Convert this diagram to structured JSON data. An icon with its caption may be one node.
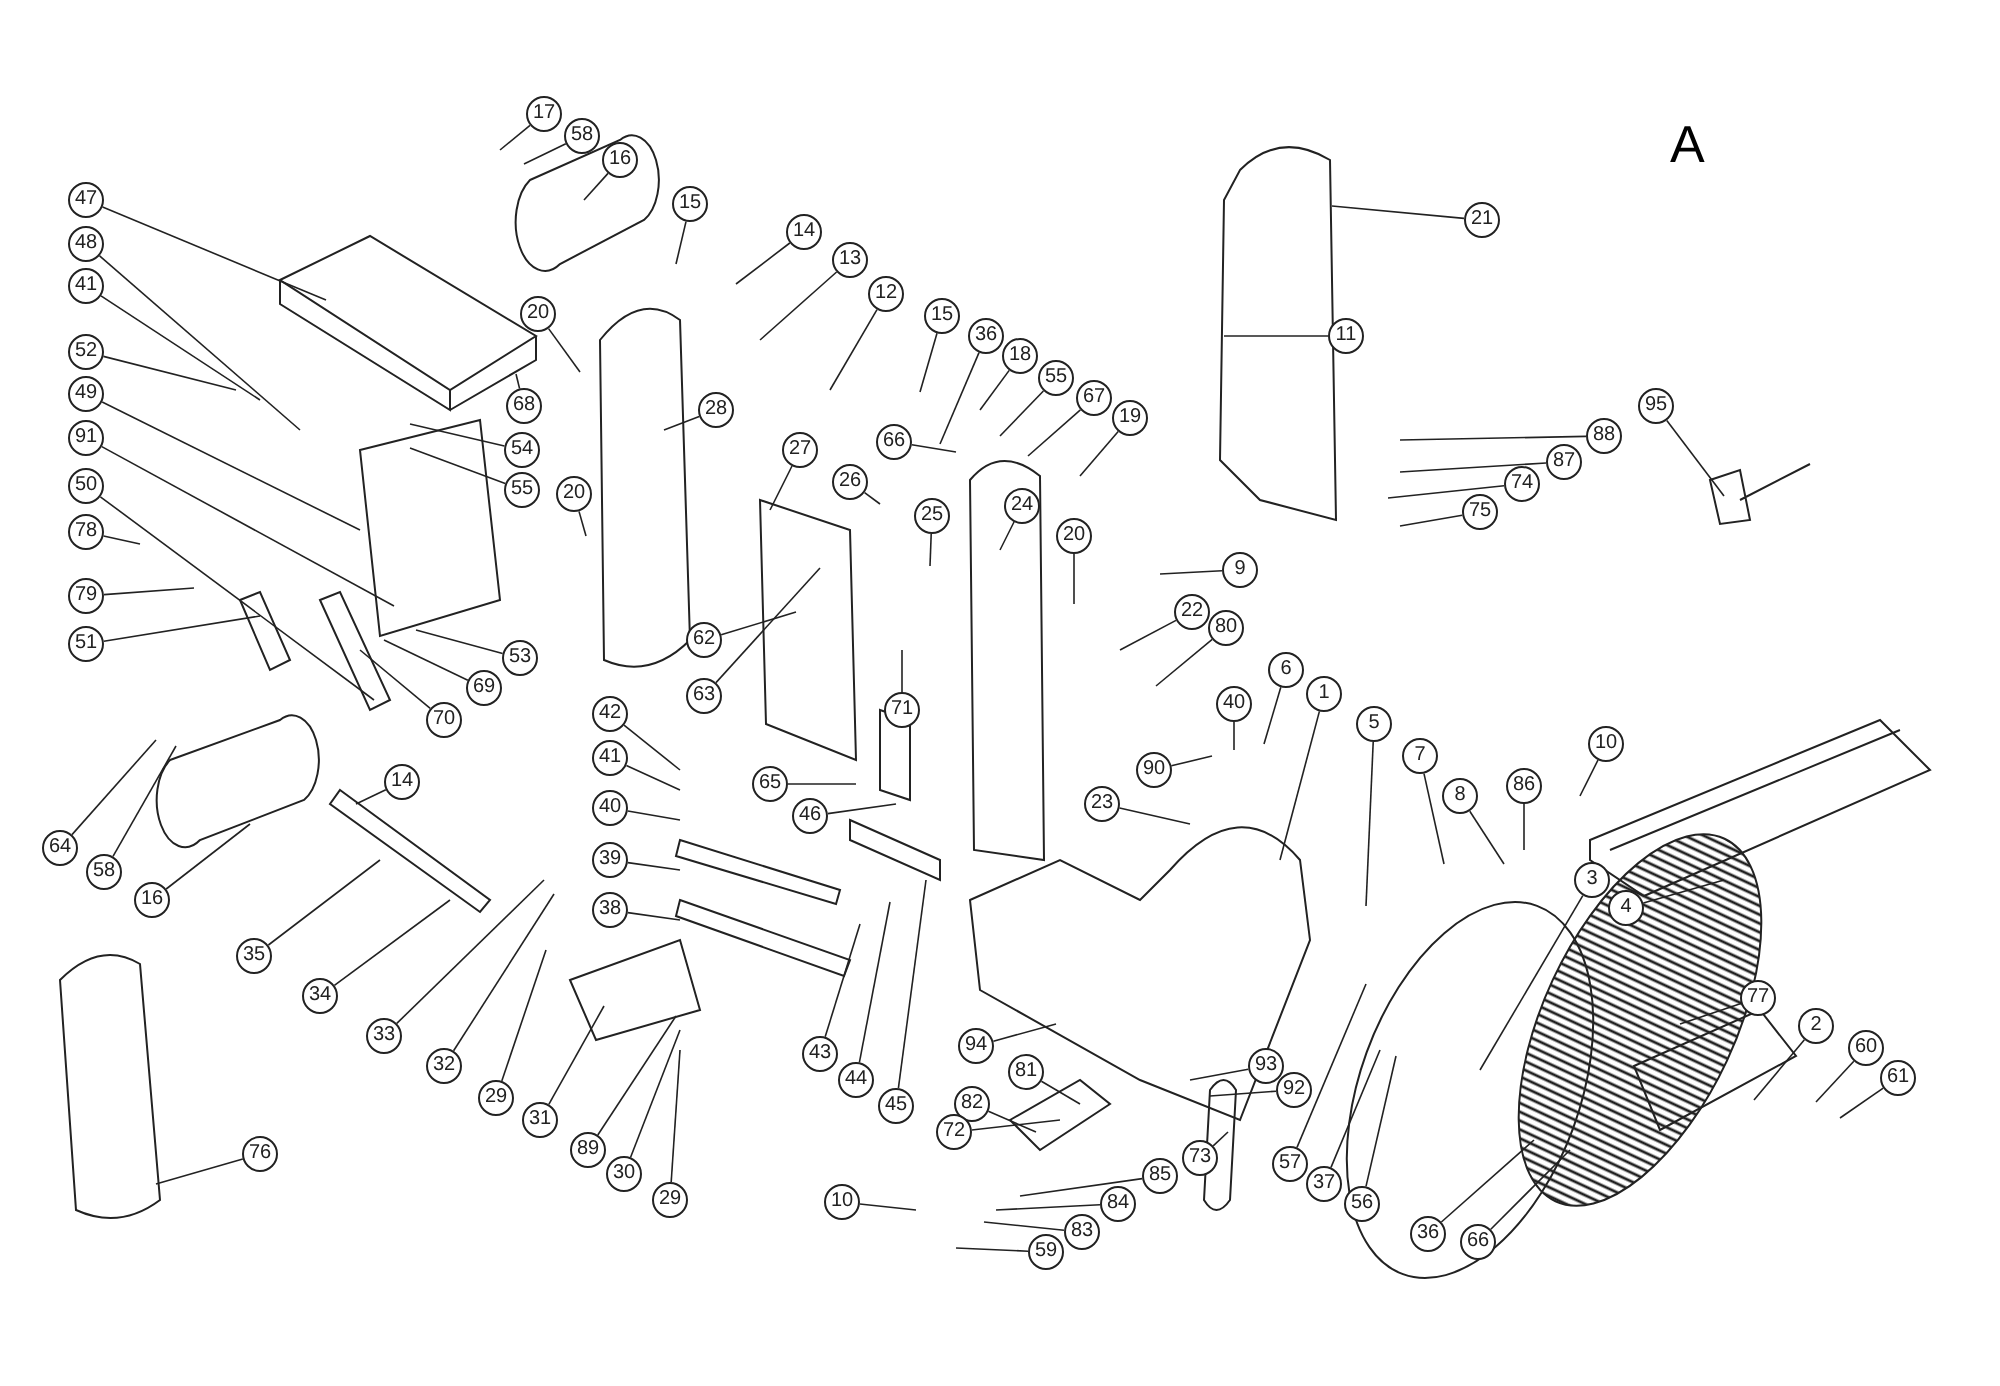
{
  "diagram": {
    "nodes": [
      {
        "text": [
          "17"
        ]
      },
      {
        "text": [
          "58"
        ]
      },
      {
        "text": [
          "16"
        ]
      },
      {
        "text": [
          "15"
        ]
      },
      {
        "text": [
          "14"
        ]
      },
      {
        "text": [
          "13"
        ]
      },
      {
        "text": [
          "12"
        ]
      },
      {
        "text": [
          "15"
        ]
      },
      {
        "text": [
          "36"
        ]
      },
      {
        "text": [
          "18"
        ]
      },
      {
        "text": [
          "55"
        ]
      },
      {
        "text": [
          "67"
        ]
      },
      {
        "text": [
          "19"
        ]
      },
      {
        "text": [
          "21"
        ]
      },
      {
        "text": [
          "11"
        ]
      },
      {
        "text": [
          "95"
        ]
      },
      {
        "text": [
          "88"
        ]
      },
      {
        "text": [
          "87"
        ]
      },
      {
        "text": [
          "74"
        ]
      },
      {
        "text": [
          "75"
        ]
      },
      {
        "text": [
          "47"
        ]
      },
      {
        "text": [
          "48"
        ]
      },
      {
        "text": [
          "41"
        ]
      },
      {
        "text": [
          "52"
        ]
      },
      {
        "text": [
          "49"
        ]
      },
      {
        "text": [
          "91"
        ]
      },
      {
        "text": [
          "50"
        ]
      },
      {
        "text": [
          "78"
        ]
      },
      {
        "text": [
          "79"
        ]
      },
      {
        "text": [
          "51"
        ]
      },
      {
        "text": [
          "20"
        ]
      },
      {
        "text": [
          "68"
        ]
      },
      {
        "text": [
          "54"
        ]
      },
      {
        "text": [
          "55"
        ]
      },
      {
        "text": [
          "20"
        ]
      },
      {
        "text": [
          "28"
        ]
      },
      {
        "text": [
          "27"
        ]
      },
      {
        "text": [
          "26"
        ]
      },
      {
        "text": [
          "25"
        ]
      },
      {
        "text": [
          "66"
        ]
      },
      {
        "text": [
          "24"
        ]
      },
      {
        "text": [
          "20"
        ]
      },
      {
        "text": [
          "9"
        ]
      },
      {
        "text": [
          "22"
        ]
      },
      {
        "text": [
          "80"
        ]
      },
      {
        "text": [
          "62"
        ]
      },
      {
        "text": [
          "63"
        ]
      },
      {
        "text": [
          "71"
        ]
      },
      {
        "text": [
          "53"
        ]
      },
      {
        "text": [
          "69"
        ]
      },
      {
        "text": [
          "70"
        ]
      },
      {
        "text": [
          "42"
        ]
      },
      {
        "text": [
          "41"
        ]
      },
      {
        "text": [
          "40"
        ]
      },
      {
        "text": [
          "39"
        ]
      },
      {
        "text": [
          "38"
        ]
      },
      {
        "text": [
          "65"
        ]
      },
      {
        "text": [
          "46"
        ]
      },
      {
        "text": [
          "64"
        ]
      },
      {
        "text": [
          "58"
        ]
      },
      {
        "text": [
          "16"
        ]
      },
      {
        "text": [
          "14"
        ]
      },
      {
        "text": [
          "35"
        ]
      },
      {
        "text": [
          "34"
        ]
      },
      {
        "text": [
          "33"
        ]
      },
      {
        "text": [
          "32"
        ]
      },
      {
        "text": [
          "29"
        ]
      },
      {
        "text": [
          "31"
        ]
      },
      {
        "text": [
          "89"
        ]
      },
      {
        "text": [
          "30"
        ]
      },
      {
        "text": [
          "29"
        ]
      },
      {
        "text": [
          "43"
        ]
      },
      {
        "text": [
          "44"
        ]
      },
      {
        "text": [
          "45"
        ]
      },
      {
        "text": [
          "76"
        ]
      },
      {
        "text": [
          "6"
        ]
      },
      {
        "text": [
          "40"
        ]
      },
      {
        "text": [
          "90"
        ]
      },
      {
        "text": [
          "1"
        ]
      },
      {
        "text": [
          "23"
        ]
      },
      {
        "text": [
          "5"
        ]
      },
      {
        "text": [
          "7"
        ]
      },
      {
        "text": [
          "8"
        ]
      },
      {
        "text": [
          "86"
        ]
      },
      {
        "text": [
          "10"
        ]
      },
      {
        "text": [
          "3"
        ]
      },
      {
        "text": [
          "4"
        ]
      },
      {
        "text": [
          "77"
        ]
      },
      {
        "text": [
          "2"
        ]
      },
      {
        "text": [
          "60"
        ]
      },
      {
        "text": [
          "61"
        ]
      },
      {
        "text": [
          "94"
        ]
      },
      {
        "text": [
          "81"
        ]
      },
      {
        "text": [
          "82"
        ]
      },
      {
        "text": [
          "72"
        ]
      },
      {
        "text": [
          "93"
        ]
      },
      {
        "text": [
          "92"
        ]
      },
      {
        "text": [
          "57"
        ]
      },
      {
        "text": [
          "37"
        ]
      },
      {
        "text": [
          "56"
        ]
      },
      {
        "text": [
          "36"
        ]
      },
      {
        "text": [
          "66"
        ]
      },
      {
        "text": [
          "73"
        ]
      },
      {
        "text": [
          "85"
        ]
      },
      {
        "text": [
          "84"
        ]
      },
      {
        "text": [
          "83"
        ]
      },
      {
        "text": [
          "10"
        ]
      },
      {
        "text": [
          "59"
        ]
      }
    ],
    "edges": [
      {
        "from": 0,
        "to": null,
        "arrow": "none"
      },
      {
        "from": 1,
        "to": null,
        "arrow": "none"
      },
      {
        "from": 2,
        "to": null,
        "arrow": "none"
      },
      {
        "from": 3,
        "to": null,
        "arrow": "none"
      },
      {
        "from": 4,
        "to": null,
        "arrow": "none"
      },
      {
        "from": 5,
        "to": null,
        "arrow": "none"
      },
      {
        "from": 6,
        "to": null,
        "arrow": "none"
      },
      {
        "from": 7,
        "to": null,
        "arrow": "none"
      },
      {
        "from": 8,
        "to": null,
        "arrow": "none"
      },
      {
        "from": 9,
        "to": null,
        "arrow": "none"
      },
      {
        "from": 10,
        "to": null,
        "arrow": "none"
      },
      {
        "from": 11,
        "to": null,
        "arrow": "none"
      },
      {
        "from": 12,
        "to": null,
        "arrow": "none"
      },
      {
        "from": 13,
        "to": null,
        "arrow": "none"
      },
      {
        "from": 14,
        "to": null,
        "arrow": "none"
      },
      {
        "from": 15,
        "to": null,
        "arrow": "none"
      },
      {
        "from": 16,
        "to": null,
        "arrow": "none"
      },
      {
        "from": 17,
        "to": null,
        "arrow": "none"
      },
      {
        "from": 18,
        "to": null,
        "arrow": "none"
      },
      {
        "from": 19,
        "to": null,
        "arrow": "none"
      },
      {
        "from": 20,
        "to": null,
        "arrow": "none"
      },
      {
        "from": 21,
        "to": null,
        "arrow": "none"
      },
      {
        "from": 22,
        "to": null,
        "arrow": "none"
      },
      {
        "from": 23,
        "to": null,
        "arrow": "none"
      },
      {
        "from": 24,
        "to": null,
        "arrow": "none"
      },
      {
        "from": 25,
        "to": null,
        "arrow": "none"
      },
      {
        "from": 26,
        "to": null,
        "arrow": "none"
      },
      {
        "from": 27,
        "to": null,
        "arrow": "none"
      },
      {
        "from": 28,
        "to": null,
        "arrow": "none"
      },
      {
        "from": 29,
        "to": null,
        "arrow": "none"
      },
      {
        "from": 30,
        "to": null,
        "arrow": "none"
      },
      {
        "from": 31,
        "to": null,
        "arrow": "none"
      },
      {
        "from": 32,
        "to": null,
        "arrow": "none"
      },
      {
        "from": 33,
        "to": null,
        "arrow": "none"
      },
      {
        "from": 34,
        "to": null,
        "arrow": "none"
      },
      {
        "from": 35,
        "to": null,
        "arrow": "none"
      },
      {
        "from": 36,
        "to": null,
        "arrow": "none"
      },
      {
        "from": 37,
        "to": null,
        "arrow": "none"
      },
      {
        "from": 38,
        "to": null,
        "arrow": "none"
      },
      {
        "from": 39,
        "to": null,
        "arrow": "none"
      },
      {
        "from": 40,
        "to": null,
        "arrow": "none"
      },
      {
        "from": 41,
        "to": null,
        "arrow": "none"
      },
      {
        "from": 42,
        "to": null,
        "arrow": "none"
      },
      {
        "from": 43,
        "to": null,
        "arrow": "none"
      },
      {
        "from": 44,
        "to": null,
        "arrow": "none"
      },
      {
        "from": 45,
        "to": null,
        "arrow": "none"
      },
      {
        "from": 46,
        "to": null,
        "arrow": "none"
      },
      {
        "from": 47,
        "to": null,
        "arrow": "none"
      },
      {
        "from": 48,
        "to": null,
        "arrow": "none"
      },
      {
        "from": 49,
        "to": null,
        "arrow": "none"
      },
      {
        "from": 50,
        "to": null,
        "arrow": "none"
      },
      {
        "from": 51,
        "to": null,
        "arrow": "none"
      },
      {
        "from": 52,
        "to": null,
        "arrow": "none"
      },
      {
        "from": 53,
        "to": null,
        "arrow": "none"
      },
      {
        "from": 54,
        "to": null,
        "arrow": "none"
      },
      {
        "from": 55,
        "to": null,
        "arrow": "none"
      },
      {
        "from": 56,
        "to": null,
        "arrow": "none"
      },
      {
        "from": 57,
        "to": null,
        "arrow": "none"
      },
      {
        "from": 58,
        "to": null,
        "arrow": "none"
      },
      {
        "from": 59,
        "to": null,
        "arrow": "none"
      },
      {
        "from": 60,
        "to": null,
        "arrow": "none"
      },
      {
        "from": 61,
        "to": null,
        "arrow": "none"
      },
      {
        "from": 62,
        "to": null,
        "arrow": "none"
      },
      {
        "from": 63,
        "to": null,
        "arrow": "none"
      },
      {
        "from": 64,
        "to": null,
        "arrow": "none"
      },
      {
        "from": 65,
        "to": null,
        "arrow": "none"
      },
      {
        "from": 66,
        "to": null,
        "arrow": "none"
      },
      {
        "from": 67,
        "to": null,
        "arrow": "none"
      },
      {
        "from": 68,
        "to": null,
        "arrow": "none"
      },
      {
        "from": 69,
        "to": null,
        "arrow": "none"
      },
      {
        "from": 70,
        "to": null,
        "arrow": "none"
      },
      {
        "from": 71,
        "to": null,
        "arrow": "none"
      },
      {
        "from": 72,
        "to": null,
        "arrow": "none"
      },
      {
        "from": 73,
        "to": null,
        "arrow": "none"
      },
      {
        "from": 74,
        "to": null,
        "arrow": "none"
      },
      {
        "from": 75,
        "to": null,
        "arrow": "none"
      },
      {
        "from": 76,
        "to": null,
        "arrow": "none"
      },
      {
        "from": 77,
        "to": null,
        "arrow": "none"
      },
      {
        "from": 78,
        "to": null,
        "arrow": "none"
      },
      {
        "from": 79,
        "to": null,
        "arrow": "none"
      },
      {
        "from": 80,
        "to": null,
        "arrow": "none"
      },
      {
        "from": 81,
        "to": null,
        "arrow": "none"
      },
      {
        "from": 82,
        "to": null,
        "arrow": "none"
      },
      {
        "from": 83,
        "to": null,
        "arrow": "none"
      },
      {
        "from": 84,
        "to": null,
        "arrow": "none"
      },
      {
        "from": 85,
        "to": null,
        "arrow": "none"
      },
      {
        "from": 86,
        "to": null,
        "arrow": "none"
      },
      {
        "from": 87,
        "to": null,
        "arrow": "none"
      },
      {
        "from": 88,
        "to": null,
        "arrow": "none"
      },
      {
        "from": 89,
        "to": null,
        "arrow": "none"
      },
      {
        "from": 90,
        "to": null,
        "arrow": "none"
      },
      {
        "from": 91,
        "to": null,
        "arrow": "none"
      },
      {
        "from": 92,
        "to": null,
        "arrow": "none"
      },
      {
        "from": 93,
        "to": null,
        "arrow": "none"
      },
      {
        "from": 94,
        "to": null,
        "arrow": "none"
      },
      {
        "from": 95,
        "to": null,
        "arrow": "none"
      },
      {
        "from": 96,
        "to": null,
        "arrow": "none"
      },
      {
        "from": 97,
        "to": null,
        "arrow": "none"
      },
      {
        "from": 98,
        "to": null,
        "arrow": "none"
      },
      {
        "from": 99,
        "to": null,
        "arrow": "none"
      },
      {
        "from": 100,
        "to": null,
        "arrow": "none"
      },
      {
        "from": 101,
        "to": null,
        "arrow": "none"
      },
      {
        "from": 102,
        "to": null,
        "arrow": "none"
      },
      {
        "from": 103,
        "to": null,
        "arrow": "none"
      },
      {
        "from": 104,
        "to": null,
        "arrow": "none"
      },
      {
        "from": 105,
        "to": null,
        "arrow": "none"
      },
      {
        "from": 106,
        "to": null,
        "arrow": "none"
      },
      {
        "from": 107,
        "to": null,
        "arrow": "none"
      }
    ],
    "labels": [
      "A"
    ]
  }
}
